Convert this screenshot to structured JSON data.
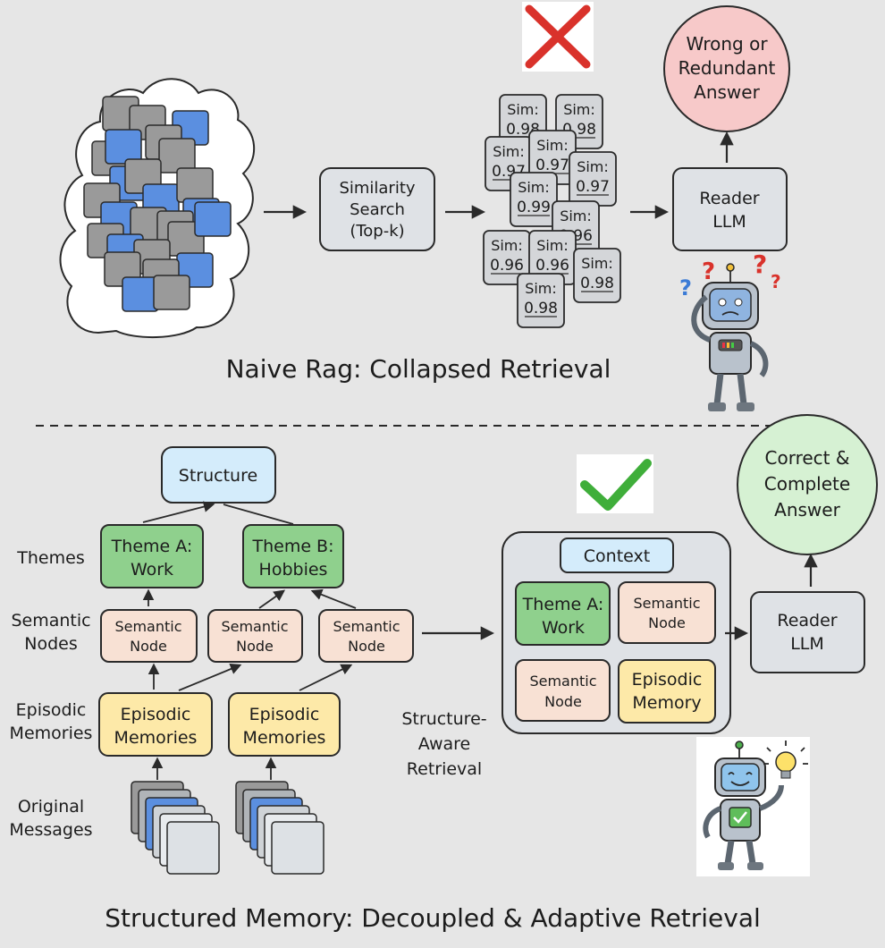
{
  "top": {
    "title": "Naive Rag: Collapsed Retrieval",
    "similarity_search": [
      "Similarity",
      "Search",
      "(Top-k)"
    ],
    "sim_label": "Sim:",
    "sim_values": [
      "0.98",
      "0.98",
      "0.97",
      "0.97",
      "0.97",
      "0.99",
      "0.96",
      "0.96",
      "0.96",
      "0.98",
      "0.98"
    ],
    "reader": [
      "Reader",
      "LLM"
    ],
    "answer": [
      "Wrong or",
      "Redundant",
      "Answer"
    ],
    "status_icon": "red-cross-icon",
    "colors": {
      "answer_fill": "#f7c9c9",
      "cross": "#d9322b",
      "doc_blue": "#5b8fe0",
      "doc_gray": "#9a9a9a"
    }
  },
  "bottom": {
    "title": "Structured Memory: Decoupled & Adaptive Retrieval",
    "structure": "Structure",
    "row_labels": {
      "themes": "Themes",
      "semantic": [
        "Semantic",
        "Nodes"
      ],
      "episodic": [
        "Episodic",
        "Memories"
      ],
      "original": [
        "Original",
        "Messages"
      ]
    },
    "theme_a": [
      "Theme A:",
      "Work"
    ],
    "theme_b": [
      "Theme B:",
      "Hobbies"
    ],
    "semantic_node": [
      "Semantic",
      "Node"
    ],
    "episodic_memories": [
      "Episodic",
      "Memories"
    ],
    "context": {
      "title": "Context",
      "theme": [
        "Theme A:",
        "Work"
      ],
      "semantic": [
        "Semantic",
        "Node"
      ],
      "episodic": [
        "Episodic",
        "Memory"
      ]
    },
    "retrieval_label": [
      "Structure-",
      "Aware",
      "Retrieval"
    ],
    "reader": [
      "Reader",
      "LLM"
    ],
    "answer": [
      "Correct &",
      "Complete",
      "Answer"
    ],
    "status_icon": "green-check-icon",
    "colors": {
      "answer_fill": "#d6f1d3",
      "check": "#3fae3a",
      "theme_fill": "#8fd08d",
      "semantic_fill": "#f8e1d4",
      "episodic_fill": "#fde9a8",
      "structure_fill": "#d4ecfb"
    }
  }
}
